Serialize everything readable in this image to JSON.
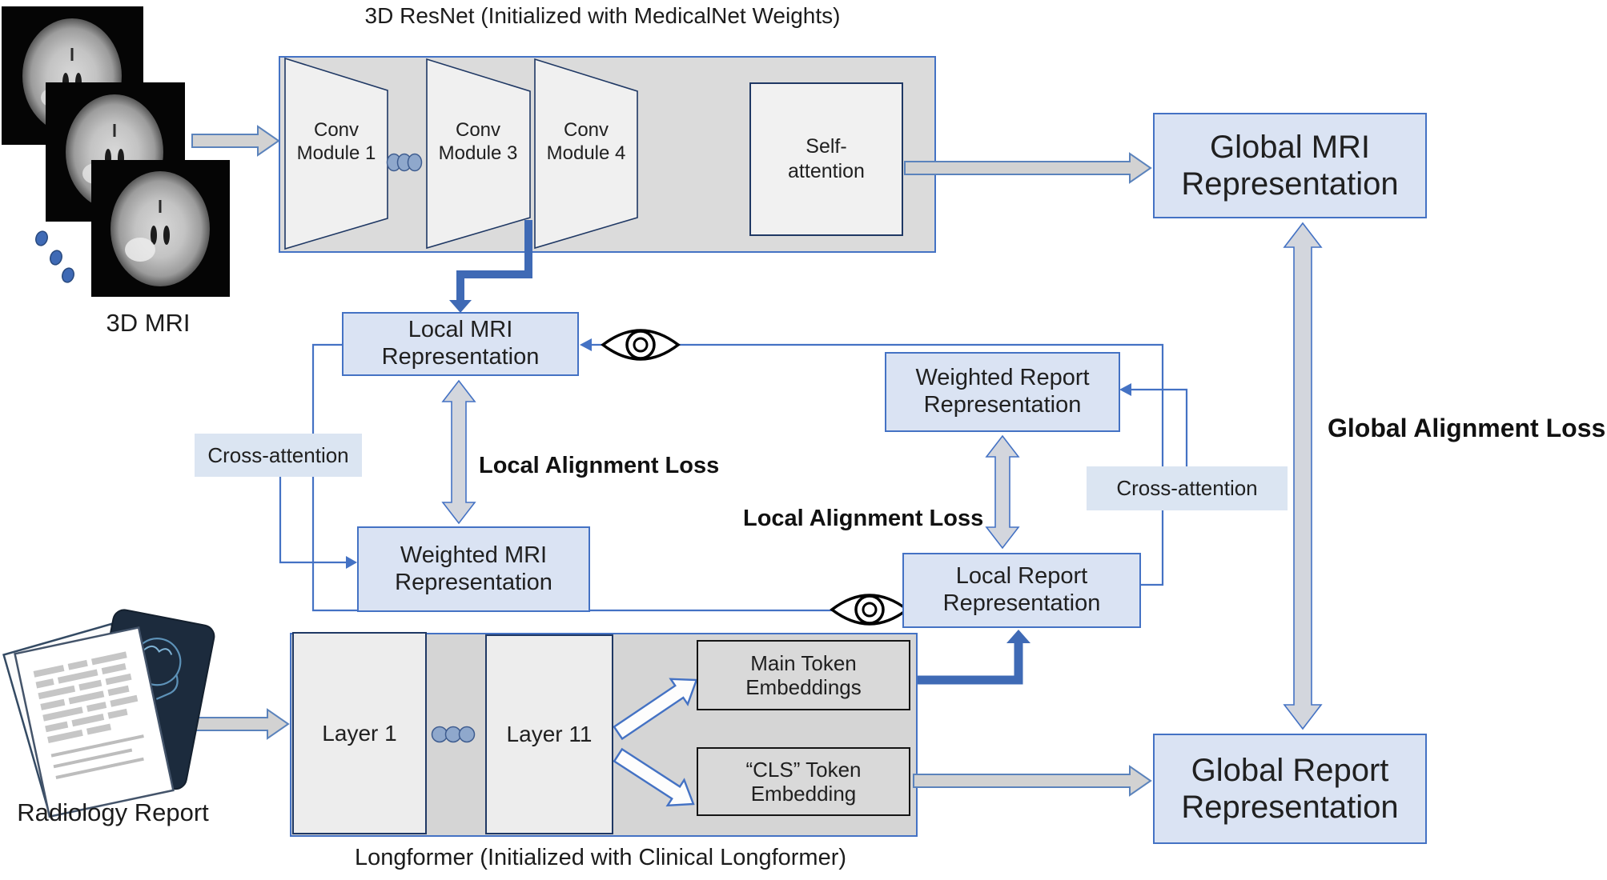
{
  "diagram": {
    "titles": {
      "resnet": "3D ResNet (Initialized with MedicalNet Weights)",
      "longformer": "Longformer (Initialized with Clinical Longformer)"
    },
    "inputs": {
      "mri_label": "3D MRI",
      "report_label": "Radiology Report"
    },
    "resnet": {
      "conv1": "Conv Module 1",
      "conv3": "Conv Module 3",
      "conv4": "Conv Module 4",
      "self_attention": "Self-attention"
    },
    "longformer": {
      "layer1": "Layer 1",
      "layer11": "Layer 11",
      "main_token": "Main Token Embeddings",
      "cls_token": "“CLS” Token Embedding"
    },
    "boxes": {
      "global_mri": "Global MRI Representation",
      "local_mri": "Local MRI Representation",
      "weighted_mri": "Weighted MRI Representation",
      "weighted_report": "Weighted Report Representation",
      "local_report": "Local Report Representation",
      "global_report": "Global Report Representation"
    },
    "labels": {
      "cross_attention_left": "Cross-attention",
      "cross_attention_right": "Cross-attention",
      "local_alignment_left": "Local Alignment Loss",
      "local_alignment_right": "Local Alignment Loss",
      "global_alignment": "Global Alignment Loss"
    },
    "icons": {
      "attention_eye": "eye-icon",
      "stack_dots": "ellipsis-dots-icon"
    },
    "colors": {
      "accent_blue": "#4472c4",
      "dark_border": "#1f3864",
      "box_fill": "#dae3f3",
      "label_fill": "#dbe5f2",
      "container_fill": "#d9d9d9",
      "module_fill": "#f0f0f0",
      "gray_arrow": "#d2d2d2",
      "thick_blue": "#3f6ab5"
    }
  }
}
